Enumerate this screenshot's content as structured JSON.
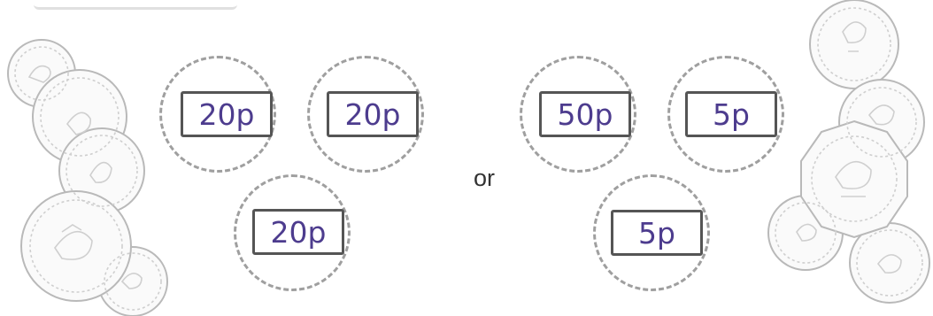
{
  "coin_labels": {
    "left_top_1": "20p",
    "left_top_2": "20p",
    "left_bottom": "20p",
    "right_top_1": "50p",
    "right_top_2": "5p",
    "right_bottom": "5p"
  },
  "separator": "or",
  "colors": {
    "label_text": "#4d3c8e",
    "label_border": "#555555",
    "dashed_circle": "#9f9f9f",
    "coin_line": "#b9b9b9"
  },
  "icons": {
    "coin_piles": "coin-stack-icon"
  }
}
